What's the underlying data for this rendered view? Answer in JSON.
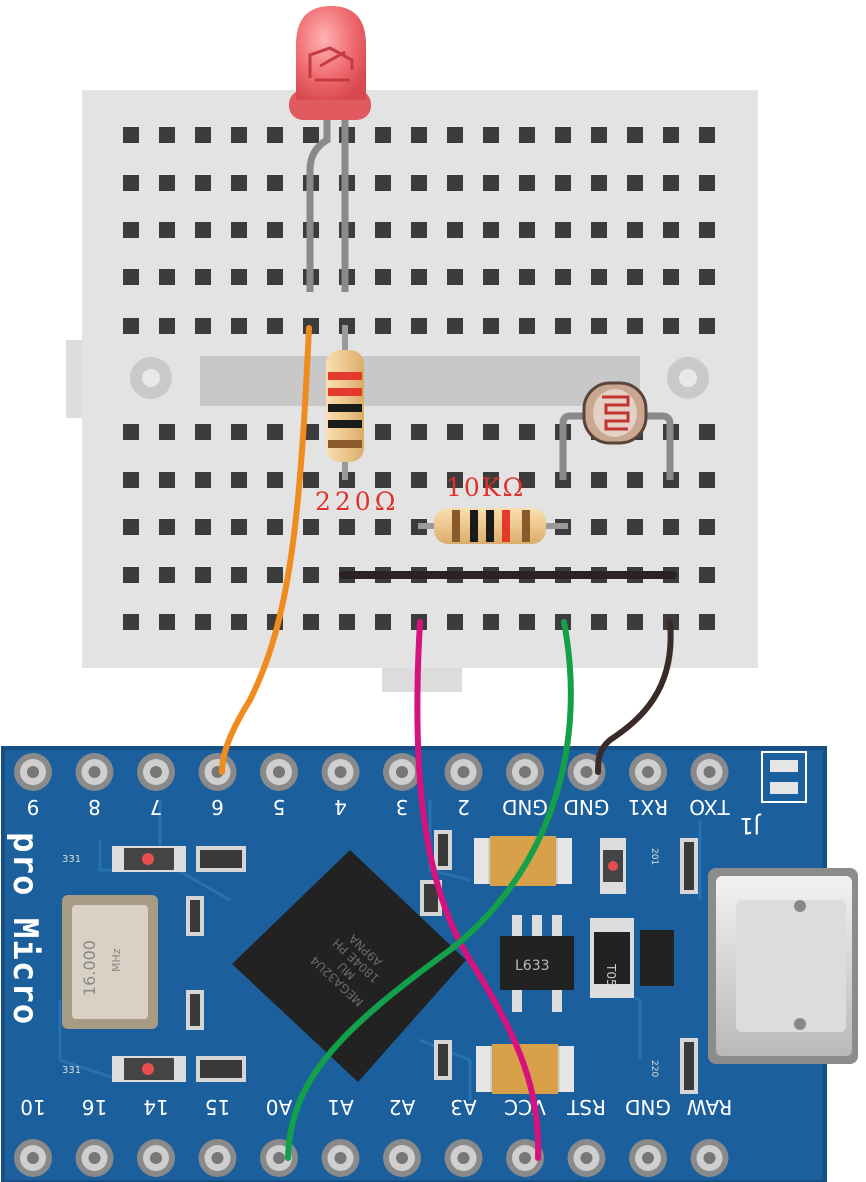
{
  "resistor_220": {
    "label": "220Ω",
    "band_colors": [
      "#e43a2b",
      "#e43a2b",
      "#1a1a1a",
      "#1a1a1a",
      "#8a5a2b"
    ]
  },
  "resistor_10k": {
    "label": "10KΩ",
    "band_colors": [
      "#8a5a2b",
      "#1a1a1a",
      "#1a1a1a",
      "#e43a2b",
      "#8a5a2b"
    ]
  },
  "board": {
    "name": "pro Micro",
    "top_pin_labels": [
      "9",
      "8",
      "7",
      "6",
      "5",
      "4",
      "3",
      "2",
      "GND",
      "GND",
      "RX1",
      "TXO"
    ],
    "bottom_pin_labels": [
      "10",
      "16",
      "14",
      "15",
      "A0",
      "A1",
      "A2",
      "A3",
      "VCC",
      "RST",
      "GND",
      "RAW"
    ],
    "jumper_label": "J1",
    "chip_lines": [
      "MEGA32U4",
      "MU",
      "1804E PH",
      "A9PNA"
    ],
    "crystal_label": "16.000",
    "crystal_sub": "MHz",
    "reg_label": "L633",
    "diode_label": "T05",
    "resistor_code": "331",
    "smd_codes": [
      "201",
      "220"
    ]
  },
  "wires": {
    "orange": "#f08c1e",
    "magenta": "#d6127e",
    "green": "#12a04a",
    "brown": "#3a2a28",
    "black_bar": "#2b2322"
  },
  "colors": {
    "breadboard": "#e3e3e3",
    "hole": "#3c3c3c",
    "pcb": "#1b5f9c",
    "led": "#ee6a6f"
  }
}
